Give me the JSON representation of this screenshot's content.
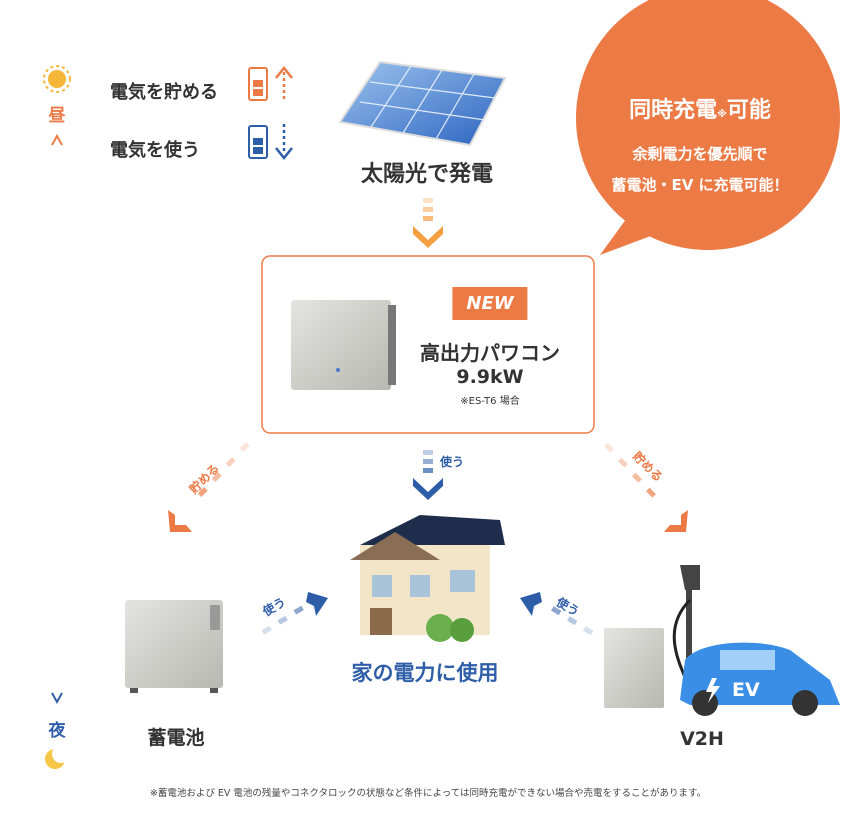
{
  "timeline": {
    "day": "昼",
    "night": "夜"
  },
  "legend": {
    "store": "電気を貯める",
    "use": "電気を使う"
  },
  "solar": {
    "label": "太陽光で発電"
  },
  "bubble": {
    "title": "同時充電",
    "title_mark": "※",
    "title_end": "可能",
    "line1": "余剰電力を優先順で",
    "line2": "蓄電池・EV に充電可能！"
  },
  "pcs": {
    "badge": "NEW",
    "name": "高出力パワコン",
    "power": "9.9kW",
    "note": "※ES-T6 場合"
  },
  "arrows": {
    "store_left": "貯める",
    "store_right": "貯める",
    "use_center": "使う",
    "use_left": "使う",
    "use_right": "使う"
  },
  "house": {
    "label": "家の電力に使用"
  },
  "battery": {
    "label": "蓄電池"
  },
  "v2h": {
    "label": "V2H",
    "ev": "EV"
  },
  "footnote": "※蓄電池および EV 電池の残量やコネクタロックの状態など条件によっては同時充電ができない場合や売電をすることがあります。",
  "colors": {
    "orange": "#ec7a45",
    "blue": "#2f5ea8"
  }
}
